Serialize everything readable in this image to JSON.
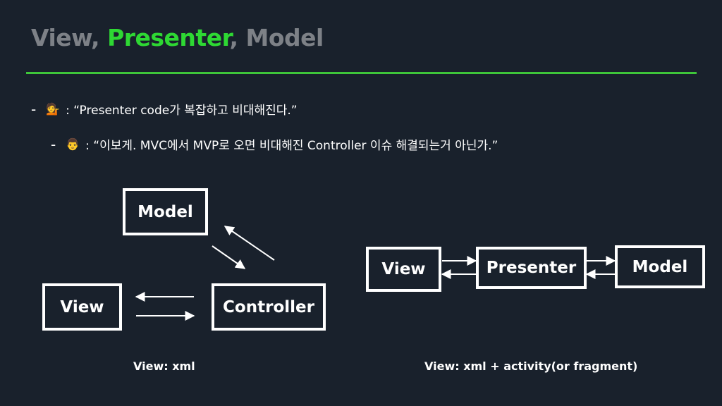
{
  "title": {
    "part1": "View, ",
    "part2": "Presenter",
    "part3": ", Model"
  },
  "bullets": [
    {
      "dash": "-",
      "emoji": "💁",
      "text": ": “Presenter code가 복잡하고 비대해진다.”"
    },
    {
      "dash": "-",
      "emoji": "👨",
      "text": ": “이보게. MVC에서 MVP로 오면 비대해진 Controller 이슈 해결되는거 아닌가.”"
    }
  ],
  "mvc": {
    "model": "Model",
    "view": "View",
    "controller": "Controller",
    "caption": "View: xml"
  },
  "mvp": {
    "view": "View",
    "presenter": "Presenter",
    "model": "Model",
    "caption": "View: xml + activity(or fragment)"
  },
  "colors": {
    "background": "#19212c",
    "accent": "#2ed833",
    "title_gray": "#7d8187"
  }
}
